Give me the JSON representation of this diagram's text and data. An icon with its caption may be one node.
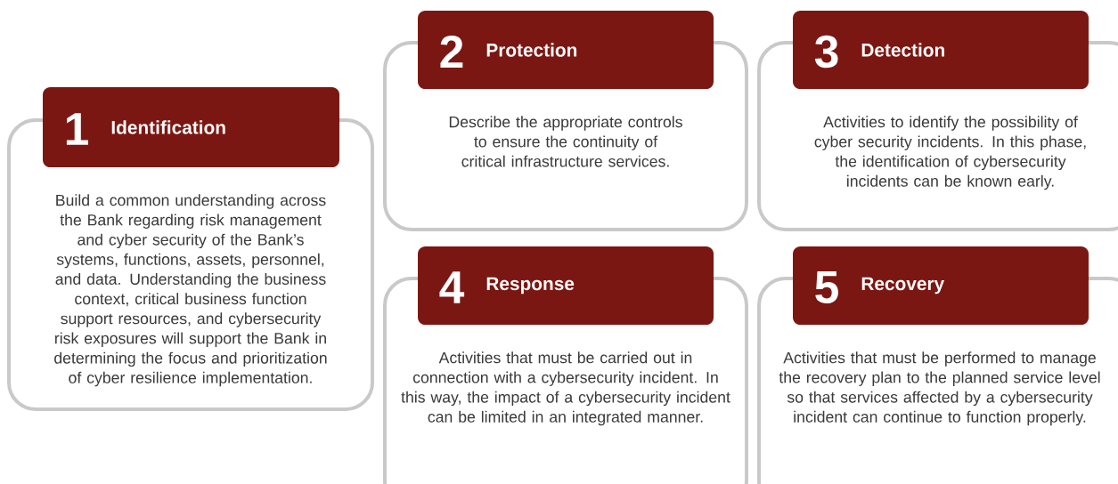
{
  "diagram": {
    "nodes": [
      {
        "text": [
          "1",
          "Identification"
        ]
      },
      {
        "text": [
          "Build a common understanding across the Bank regarding risk management and cyber security of the Bank’s systems, functions, assets, personnel, and data. Understanding the business context, critical business function support resources, and cybersecurity risk exposures will support the Bank in determining the focus and prioritization of cyber resilience implementation."
        ]
      },
      {
        "text": [
          "2",
          "Protection"
        ]
      },
      {
        "text": [
          "Describe the appropriate controls to ensure the continuity of critical infrastructure services."
        ]
      },
      {
        "text": [
          "3",
          "Detection"
        ]
      },
      {
        "text": [
          "Activities to identify the possibility of cyber security incidents. In this phase, the identification of cybersecurity incidents can be known early."
        ]
      },
      {
        "text": [
          "4",
          "Response"
        ]
      },
      {
        "text": [
          "Activities that must be carried out in connection with a cybersecurity incident. In this way, the impact of a cybersecurity incident can be limited in an integrated manner."
        ]
      },
      {
        "text": [
          "5",
          "Recovery"
        ]
      },
      {
        "text": [
          "Activities that must be performed to manage the recovery plan to the planned service level so that services affected by a cybersecurity incident can continue to function properly."
        ]
      }
    ]
  }
}
